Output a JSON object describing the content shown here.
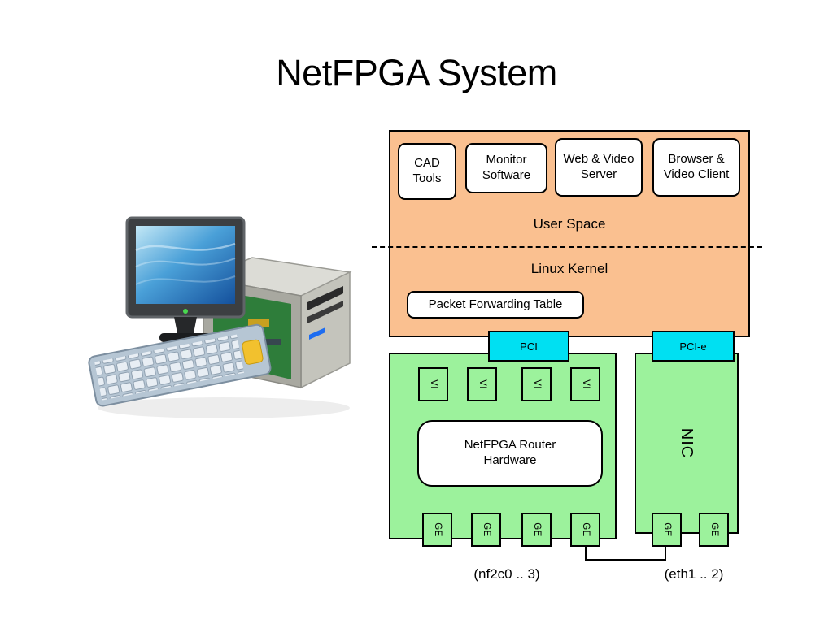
{
  "title": "NetFPGA System",
  "user_space": {
    "label": "User Space",
    "apps": [
      "CAD Tools",
      "Monitor Software",
      "Web & Video Server",
      "Browser & Video Client"
    ]
  },
  "kernel": {
    "label": "Linux Kernel",
    "table": "Packet Forwarding Table"
  },
  "buses": {
    "pci": "PCI",
    "pcie": "PCI-e"
  },
  "netfpga": {
    "label": "NetFPGA Router Hardware",
    "vi_ports": [
      "VI",
      "VI",
      "VI",
      "VI"
    ],
    "ge_ports": [
      "GE",
      "GE",
      "GE",
      "GE"
    ],
    "caption": "(nf2c0 .. 3)"
  },
  "nic": {
    "label": "NIC",
    "ge_ports": [
      "GE",
      "GE"
    ],
    "caption": "(eth1 .. 2)"
  },
  "colors": {
    "user_space_bg": "#FAC090",
    "hardware_bg": "#9CF29C",
    "bus_bg": "#00E0F2"
  }
}
